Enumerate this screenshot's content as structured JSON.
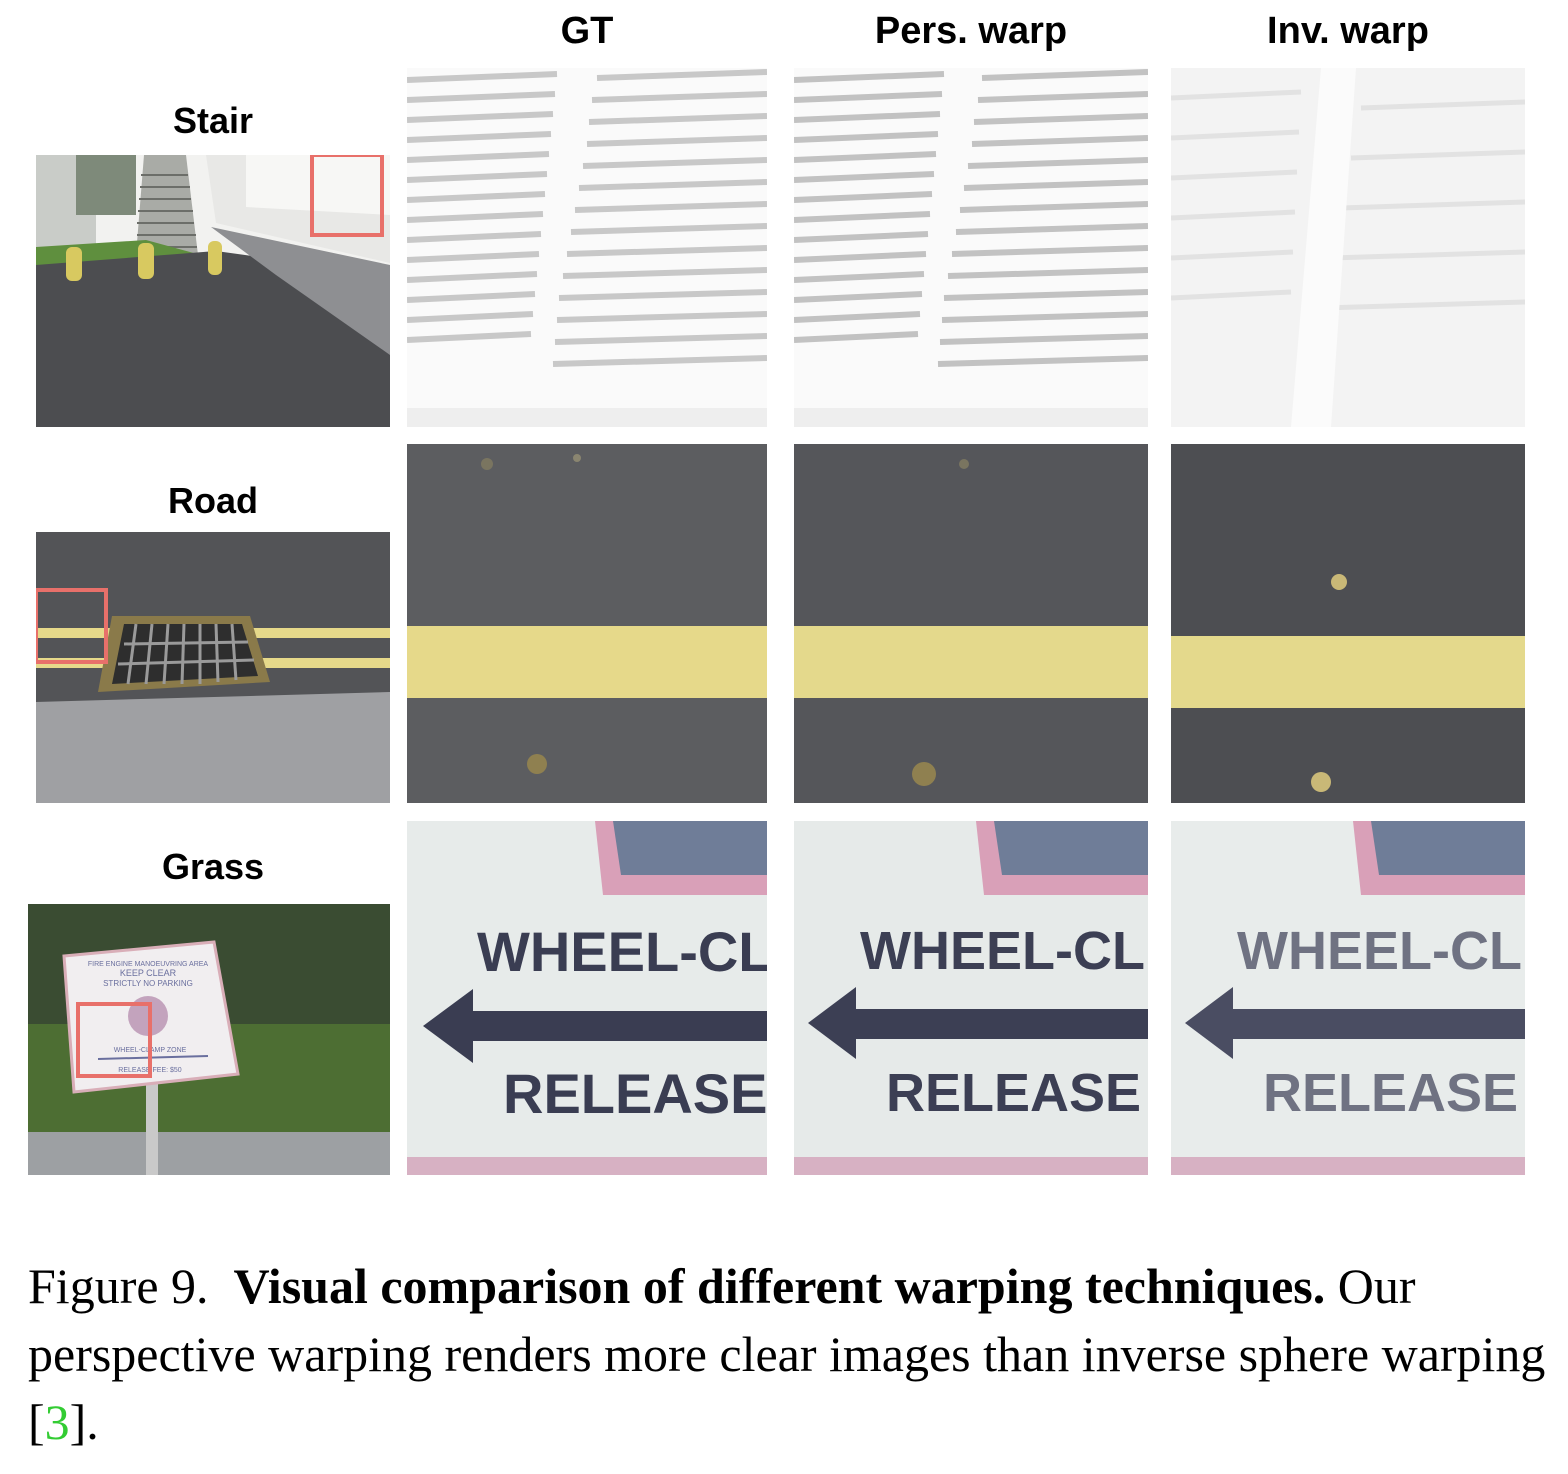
{
  "columns": {
    "gt": "GT",
    "pers": "Pers. warp",
    "inv": "Inv. warp"
  },
  "rows": [
    {
      "label": "Stair"
    },
    {
      "label": "Road"
    },
    {
      "label": "Grass"
    }
  ],
  "sign": {
    "line1": "FIRE ENGINE MANOEUVRING AREA",
    "line2": "KEEP CLEAR",
    "line3": "STRICTLY NO PARKING",
    "line4": "WHEEL-CLAMP ZONE",
    "line5": "RELEASE FEE: $50"
  },
  "crop_text": {
    "top": "WHEEL-CL",
    "bottom": "RELEASE"
  },
  "caption": {
    "prefix": "Figure 9.",
    "title": "Visual comparison of different warping techniques.",
    "body": "Our perspective warping renders more clear images than inverse sphere warping [",
    "citation": "3",
    "suffix": "]."
  },
  "colors": {
    "highlight_box": "#e8706a",
    "road_line": "#e6d98a",
    "citation": "#33cc33"
  }
}
